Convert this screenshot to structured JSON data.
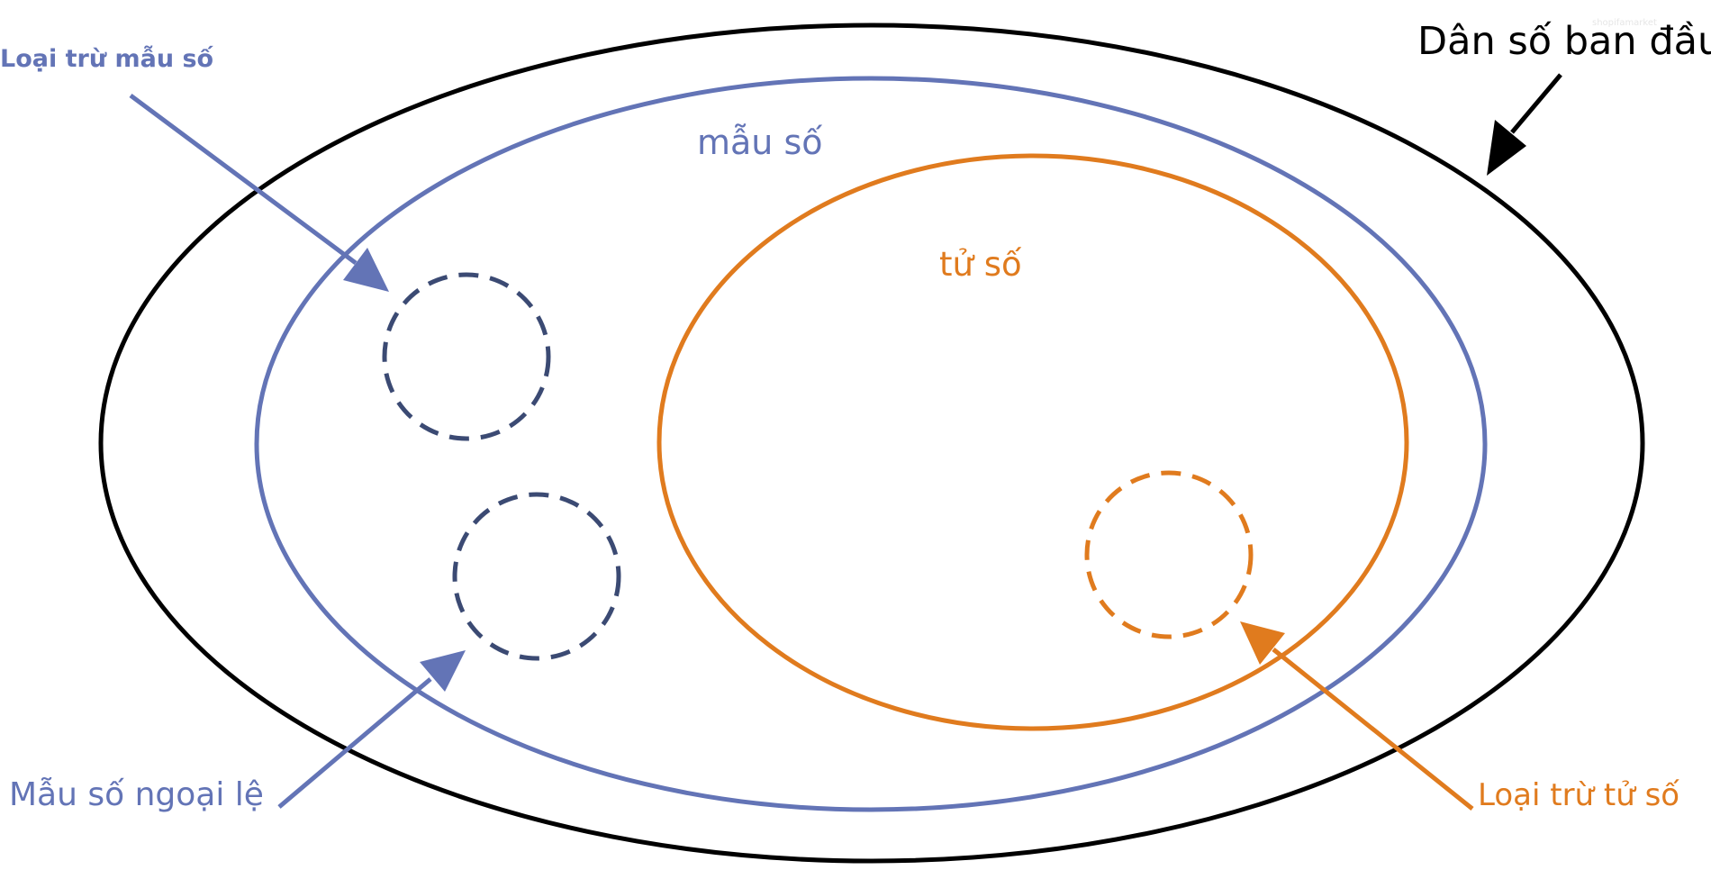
{
  "labels": {
    "original_population": "Dân số ban đầu",
    "denominator": "mẫu số",
    "numerator": "tử số",
    "denominator_exclusions": "Loại trừ mẫu số",
    "denominator_exceptions": "Mẫu số ngoại lệ",
    "numerator_exclusions": "Loại trừ tử số",
    "watermark": "shopifamarket"
  },
  "colors": {
    "population": "#000000",
    "denominator": "#6374b6",
    "numerator": "#e07b1e",
    "dashed_circle_blue": "#3b4a73",
    "dashed_circle_orange": "#e07b1e"
  }
}
